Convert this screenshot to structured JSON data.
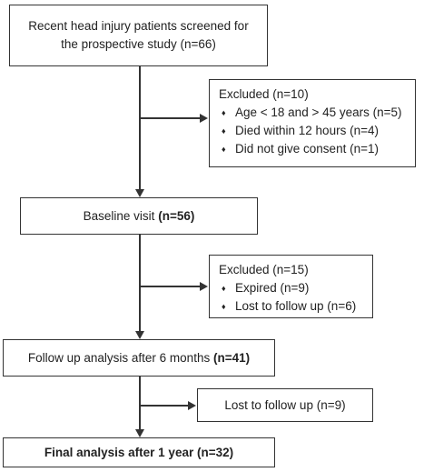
{
  "screen": {
    "title_line1": "Recent head injury patients screened for",
    "title_line2": "the prospective study (n=66)",
    "excluded1_header": "Excluded (n=10)",
    "excluded1_items": [
      "Age < 18 and > 45 years (n=5)",
      "Died within 12 hours (n=4)",
      "Did not give consent (n=1)"
    ],
    "baseline_label": "Baseline visit",
    "baseline_n": "(n=56)",
    "excluded2_header": "Excluded (n=15)",
    "excluded2_items": [
      "Expired (n=9)",
      "Lost to follow up (n=6)"
    ],
    "followup_label": "Follow up analysis after 6 months",
    "followup_n": "(n=41)",
    "lost_label": "Lost to follow up (n=9)",
    "final_label": "Final analysis after 1 year (n=32)"
  }
}
